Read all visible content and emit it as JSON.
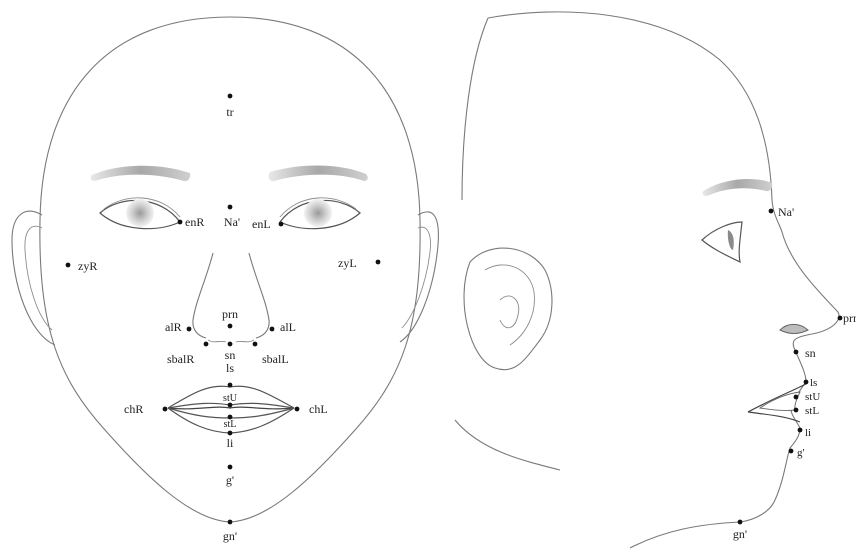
{
  "frontal_view": {
    "landmarks": [
      {
        "id": "tr",
        "label": "tr"
      },
      {
        "id": "na_front",
        "label": "Na'"
      },
      {
        "id": "enR",
        "label": "enR"
      },
      {
        "id": "enL",
        "label": "enL"
      },
      {
        "id": "zyR",
        "label": "zyR"
      },
      {
        "id": "zyL",
        "label": "zyL"
      },
      {
        "id": "prn",
        "label": "prn"
      },
      {
        "id": "alR",
        "label": "alR"
      },
      {
        "id": "alL",
        "label": "alL"
      },
      {
        "id": "sbalR",
        "label": "sbalR"
      },
      {
        "id": "sbalL",
        "label": "sbalL"
      },
      {
        "id": "sn_front",
        "label": "sn"
      },
      {
        "id": "ls_front",
        "label": "ls"
      },
      {
        "id": "stU_front",
        "label": "stU"
      },
      {
        "id": "chR",
        "label": "chR"
      },
      {
        "id": "chL",
        "label": "chL"
      },
      {
        "id": "stL_front",
        "label": "stL"
      },
      {
        "id": "li_front",
        "label": "li"
      },
      {
        "id": "g_front",
        "label": "g'"
      },
      {
        "id": "gn_front",
        "label": "gn'"
      }
    ]
  },
  "profile_view": {
    "landmarks": [
      {
        "id": "na_side",
        "label": "Na'"
      },
      {
        "id": "prn_side",
        "label": "prn"
      },
      {
        "id": "sn_side",
        "label": "sn"
      },
      {
        "id": "ls_side",
        "label": "ls"
      },
      {
        "id": "stU_side",
        "label": "stU"
      },
      {
        "id": "stL_side",
        "label": "stL"
      },
      {
        "id": "li_side",
        "label": "li"
      },
      {
        "id": "g_side",
        "label": "g'"
      },
      {
        "id": "gn_side",
        "label": "gn'"
      }
    ]
  }
}
